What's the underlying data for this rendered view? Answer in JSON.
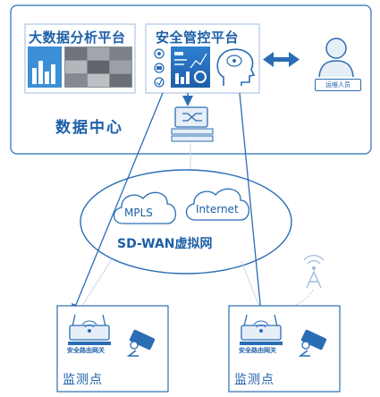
{
  "data_center": {
    "label": "数据中心",
    "bigdata_platform": {
      "title": "大数据分析平台"
    },
    "security_platform": {
      "title": "安全管控平台"
    },
    "operator": {
      "label": "运维人员"
    }
  },
  "network": {
    "name": "SD-WAN虚拟网",
    "clouds": [
      {
        "label": "MPLS"
      },
      {
        "label": "Internet"
      }
    ]
  },
  "sites": [
    {
      "label": "监测点",
      "router_label": "安全路由网关"
    },
    {
      "label": "监测点",
      "router_label": "安全路由网关"
    }
  ],
  "colors": {
    "primary": "#1d5fa8",
    "accent": "#3b8fd6",
    "line": "#2a6db5",
    "light": "#c8d8ec"
  }
}
